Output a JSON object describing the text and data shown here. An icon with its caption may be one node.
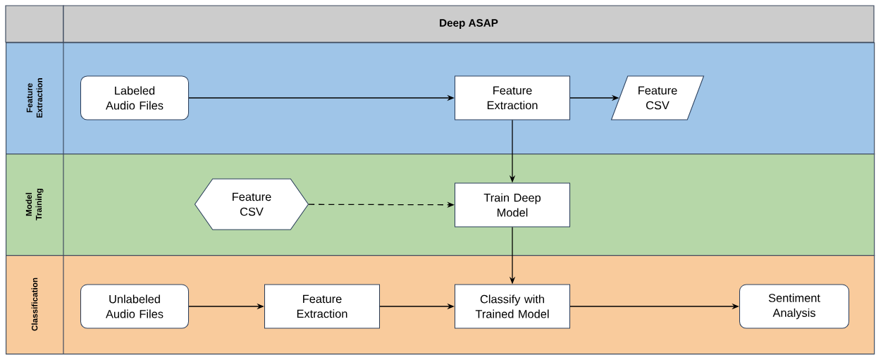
{
  "diagram": {
    "title": "Deep ASAP",
    "nodes": [
      {
        "text": [
          "Feature Extraction"
        ]
      },
      {
        "text": [
          "Labeled Audio Files"
        ],
        "in": 0
      },
      {
        "text": [
          "Feature Extraction"
        ],
        "in": 0
      },
      {
        "text": [
          "Feature CSV"
        ],
        "in": 0
      },
      {
        "text": [
          "Model Training"
        ]
      },
      {
        "text": [
          "Feature CSV"
        ],
        "in": 4
      },
      {
        "text": [
          "Train Deep Model"
        ],
        "in": 4
      },
      {
        "text": [
          "Classification"
        ]
      },
      {
        "text": [
          "Unlabeled Audio Files"
        ],
        "in": 7
      },
      {
        "text": [
          "Feature Extraction"
        ],
        "in": 7
      },
      {
        "text": [
          "Classify with Trained Model"
        ],
        "in": 7
      },
      {
        "text": [
          "Sentiment Analysis"
        ],
        "in": 7
      }
    ],
    "edges": [
      {
        "from": 1,
        "to": 2,
        "arrow": "to"
      },
      {
        "from": 2,
        "to": 3,
        "arrow": "to"
      },
      {
        "from": 2,
        "to": 6,
        "arrow": "to"
      },
      {
        "from": 5,
        "to": 6,
        "arrow": "to",
        "style": "dashed"
      },
      {
        "from": 6,
        "to": 10,
        "arrow": "to"
      },
      {
        "from": 8,
        "to": 9,
        "arrow": "to"
      },
      {
        "from": 9,
        "to": 10,
        "arrow": "to"
      },
      {
        "from": 10,
        "to": 11,
        "arrow": "to"
      }
    ]
  }
}
